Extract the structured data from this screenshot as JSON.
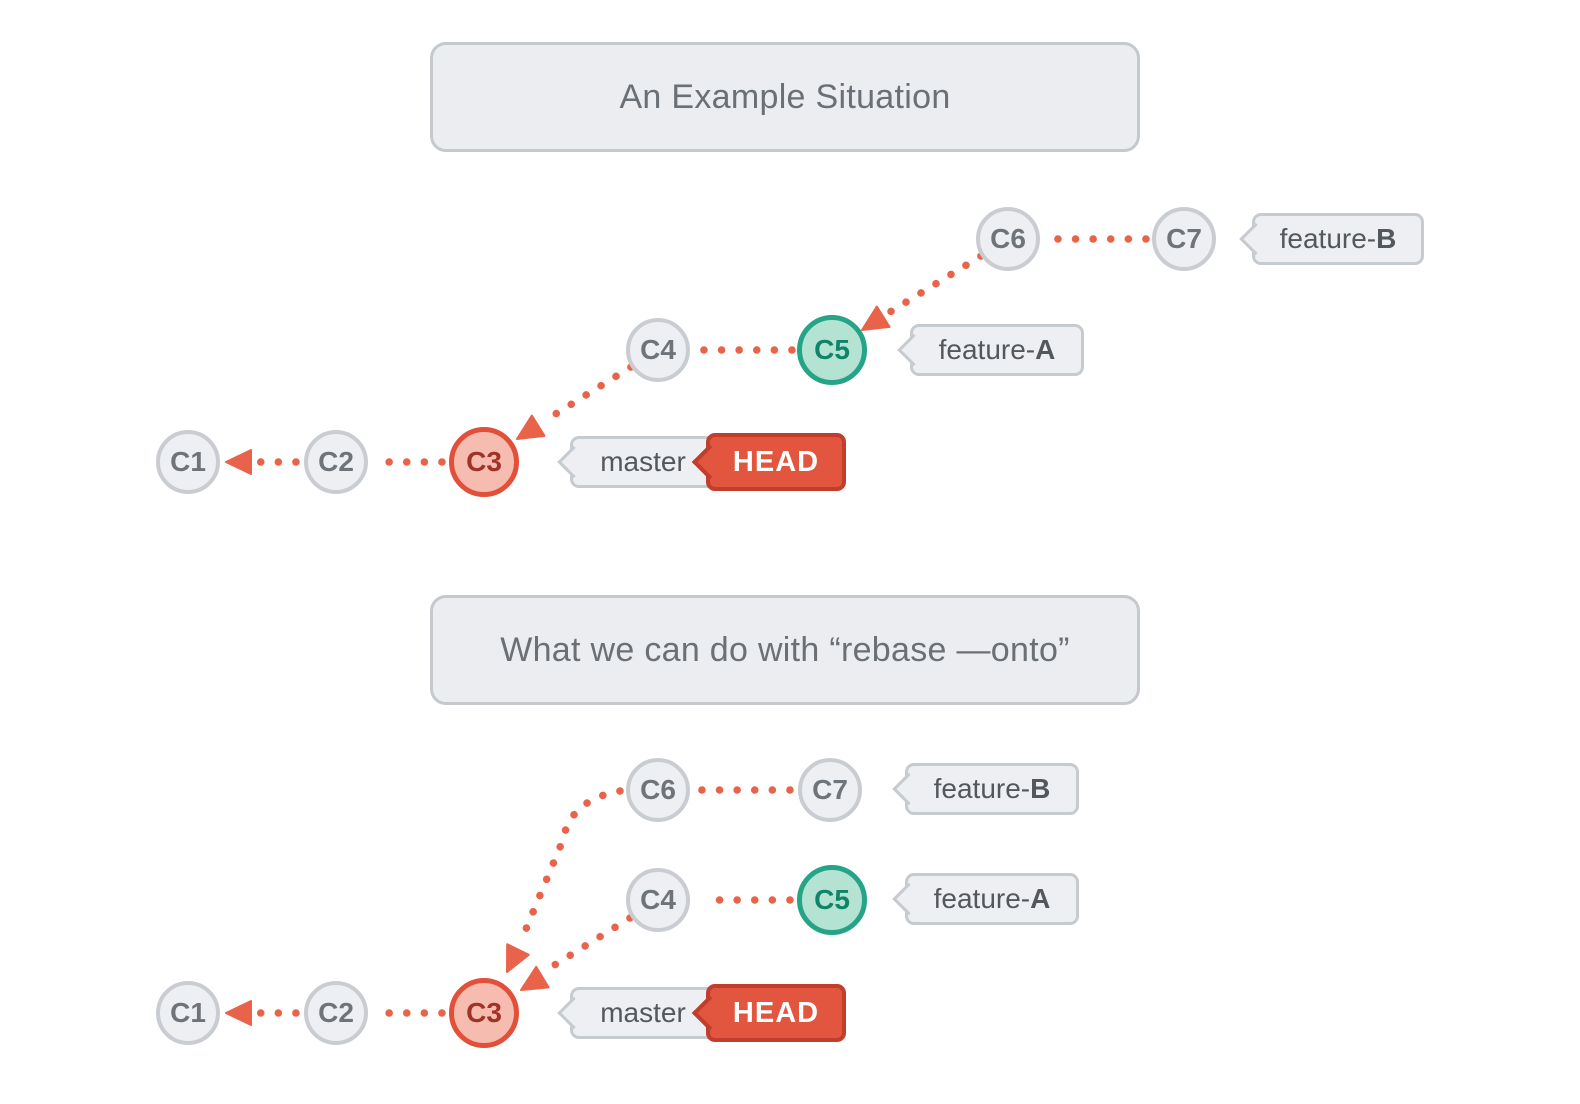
{
  "colors": {
    "accent": "#e9634a",
    "node_fill": "#edeff2",
    "node_border": "#c9cdd2",
    "node_text": "#6f747a",
    "green_fill": "#b4e2d3",
    "green_border": "#26a487",
    "green_text": "#0f8468",
    "red_fill": "#f6bcb0",
    "red_border": "#e2503a",
    "red_text": "#a03326",
    "tag_fill": "#edeff2",
    "tag_border": "#c6cbd0",
    "tag_text": "#53585d",
    "head_fill": "#e2553e",
    "head_border": "#c13e2c",
    "head_text": "#ffffff",
    "title_box_fill": "#ebedf0",
    "title_box_border": "#c4c9ce",
    "title_text": "#6a7076",
    "background": "#ffffff"
  },
  "section1": {
    "title": "An Example Situation",
    "commits": {
      "c1": "C1",
      "c2": "C2",
      "c3": "C3",
      "c4": "C4",
      "c5": "C5",
      "c6": "C6",
      "c7": "C7"
    },
    "branches": {
      "feature_b": {
        "prefix": "feature-",
        "bold": "B"
      },
      "feature_a": {
        "prefix": "feature-",
        "bold": "A"
      },
      "master": "master",
      "head": "HEAD"
    }
  },
  "section2": {
    "title": "What we can do with “rebase —onto”",
    "commits": {
      "c1": "C1",
      "c2": "C2",
      "c3": "C3",
      "c4": "C4",
      "c5": "C5",
      "c6": "C6",
      "c7": "C7"
    },
    "branches": {
      "feature_b": {
        "prefix": "feature-",
        "bold": "B"
      },
      "feature_a": {
        "prefix": "feature-",
        "bold": "A"
      },
      "master": "master",
      "head": "HEAD"
    }
  }
}
